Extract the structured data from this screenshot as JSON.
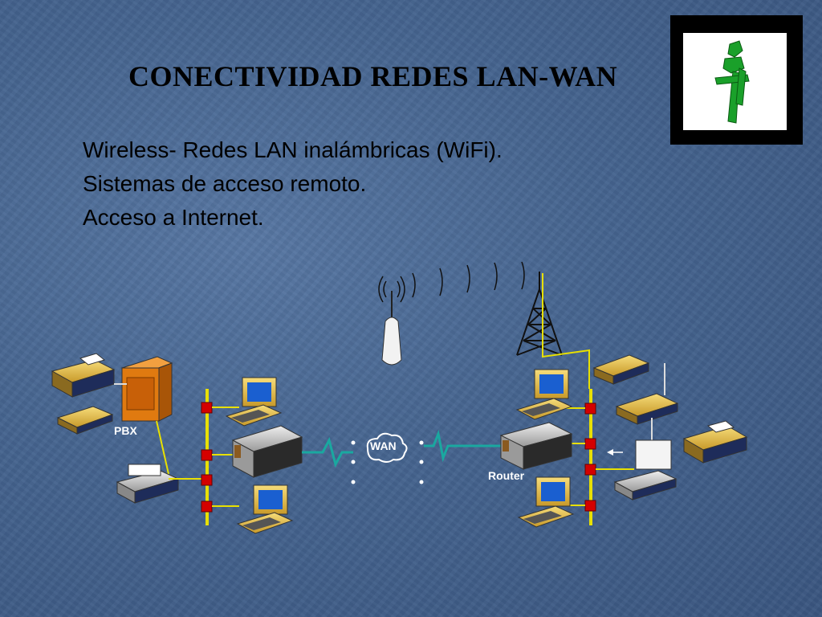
{
  "slide": {
    "title": "CONECTIVIDAD REDES LAN-WAN",
    "bullets": [
      "Wireless- Redes LAN inalámbricas (WiFi).",
      "Sistemas de acceso remoto.",
      "Acceso a Internet."
    ]
  },
  "diagram": {
    "labels": {
      "pbx": "PBX",
      "wan": "WAN",
      "router": "Router"
    }
  },
  "colors": {
    "background": "#4a6a96",
    "bus": "#e8e000",
    "node": "#d40000",
    "wan_link": "#1aa8a0",
    "device_yellow": "#e8c44a",
    "pbx_orange": "#e07a10",
    "logo_green": "#1aa02a"
  },
  "icons": [
    "logo-icon",
    "fax-icon",
    "phone-icon",
    "pbx-icon",
    "computer-icon",
    "server-icon",
    "router-icon",
    "printer-icon",
    "antenna-icon",
    "tower-icon",
    "cloud-icon"
  ]
}
